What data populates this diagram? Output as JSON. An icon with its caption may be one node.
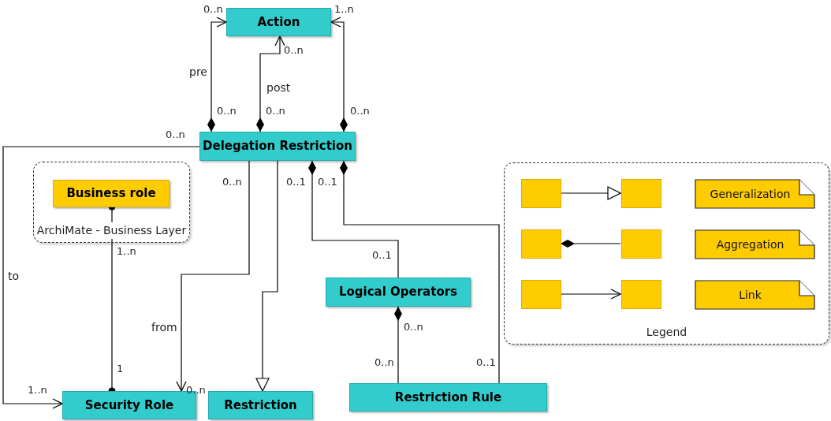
{
  "diagram": {
    "nodes": [
      {
        "text": [
          "Action"
        ]
      },
      {
        "text": [
          "Delegation Restriction"
        ]
      },
      {
        "text": [
          "ArchiMate - Business Layer"
        ]
      },
      {
        "text": [
          "Business role"
        ],
        "in": 2
      },
      {
        "text": [
          "Security Role"
        ]
      },
      {
        "text": [
          "Restriction"
        ]
      },
      {
        "text": [
          "Logical Operators"
        ]
      },
      {
        "text": [
          "Restriction Rule"
        ]
      },
      {
        "text": [
          "Legend"
        ]
      },
      {
        "text": [],
        "shape": "box",
        "in": 8
      },
      {
        "text": [],
        "shape": "box",
        "in": 8
      },
      {
        "text": [],
        "shape": "box",
        "in": 8
      },
      {
        "text": [],
        "shape": "box",
        "in": 8
      },
      {
        "text": [],
        "shape": "box",
        "in": 8
      },
      {
        "text": [],
        "shape": "box",
        "in": 8
      },
      {
        "text": [
          "Generalization"
        ],
        "in": 8
      },
      {
        "text": [
          "Aggregation"
        ],
        "in": 8
      },
      {
        "text": [
          "Link"
        ],
        "in": 8
      }
    ],
    "edges": [
      {
        "from": 1,
        "to": 0,
        "arrow": "to",
        "label": "pre"
      },
      {
        "from": 1,
        "to": 0,
        "arrow": "to",
        "label": "post"
      },
      {
        "from": 1,
        "to": 0,
        "arrow": "to"
      },
      {
        "from": 1,
        "to": 4,
        "arrow": "to",
        "label": "to"
      },
      {
        "from": 1,
        "to": 4,
        "arrow": "to",
        "label": "from"
      },
      {
        "from": 1,
        "to": 5,
        "arrow": "to"
      },
      {
        "from": 1,
        "to": 6,
        "arrow": "other"
      },
      {
        "from": 1,
        "to": 7,
        "arrow": "other"
      },
      {
        "from": 6,
        "to": 7,
        "arrow": "other"
      },
      {
        "from": 3,
        "to": 4,
        "arrow": "other"
      },
      {
        "from": 9,
        "to": 10,
        "arrow": "to"
      },
      {
        "from": 11,
        "to": 12,
        "arrow": "other"
      },
      {
        "from": 13,
        "to": 14,
        "arrow": "to"
      }
    ],
    "labels": [
      "0..n",
      "1..n",
      "0..n",
      "0..n",
      "0..n",
      "0..n",
      "0..n",
      "0..n",
      "0..1",
      "0..1",
      "1..n",
      "0..1",
      "0..n",
      "0..n",
      "1",
      "0..n",
      "0..1",
      "1..n"
    ]
  }
}
